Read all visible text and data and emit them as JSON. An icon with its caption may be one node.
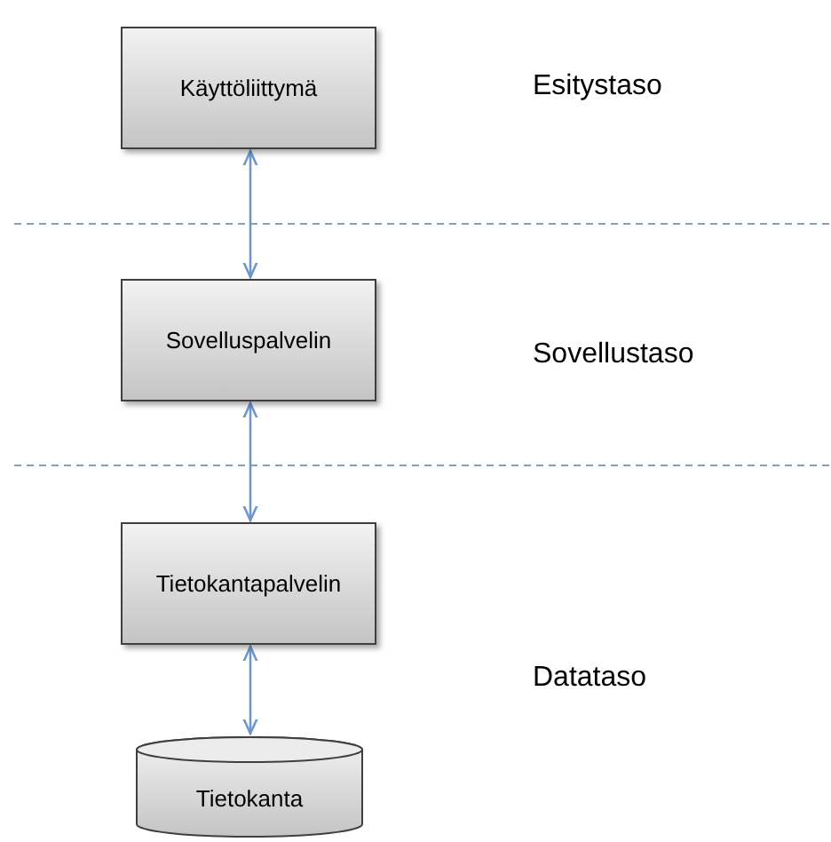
{
  "diagram": {
    "nodes": [
      {
        "text": [
          "Käyttöliittymä"
        ]
      },
      {
        "text": [
          "Sovelluspalvelin"
        ]
      },
      {
        "text": [
          "Tietokantapalvelin"
        ]
      },
      {
        "text": [
          "Tietokanta"
        ]
      }
    ],
    "edges": [
      {
        "from": 0,
        "to": 1,
        "arrow": "both"
      },
      {
        "from": 1,
        "to": 2,
        "arrow": "both"
      },
      {
        "from": 2,
        "to": 3,
        "arrow": "both"
      }
    ],
    "labels": [
      "Esitystaso",
      "Sovellustaso",
      "Datataso"
    ]
  }
}
